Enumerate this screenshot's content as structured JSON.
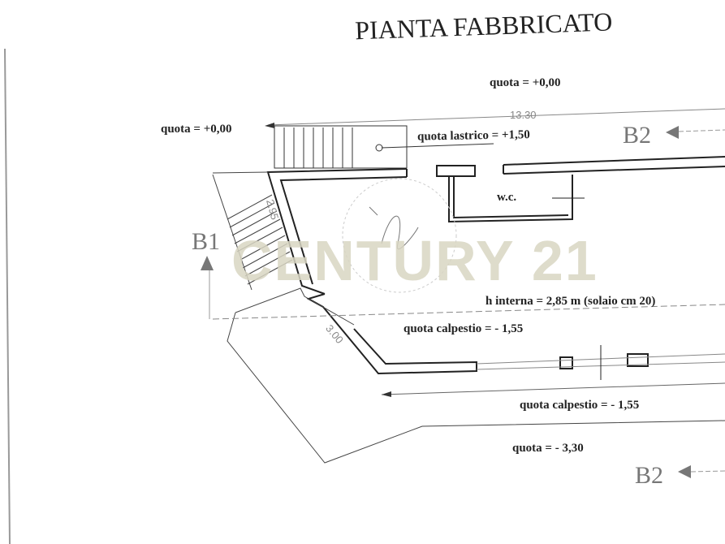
{
  "title": "PIANTA FABBRICATO",
  "labels": {
    "quota_top": "quota = +0,00",
    "quota_left": "quota = +0,00",
    "quota_lastrico": "quota lastrico = +1,50",
    "wc": "w.c.",
    "h_interna": "h interna = 2,85 m (solaio cm 20)",
    "calpestio_inner": "quota calpestio = - 1,55",
    "calpestio_outer": "quota calpestio = - 1,55",
    "quota_bottom": "quota = - 3,30"
  },
  "dimensions": {
    "top_length": "13.30",
    "stair_left": "2.95",
    "diag_wall": "3.00"
  },
  "sections": {
    "b1": "B1",
    "b2_top": "B2",
    "b2_bottom": "B2"
  },
  "watermark": "CENTURY 21"
}
